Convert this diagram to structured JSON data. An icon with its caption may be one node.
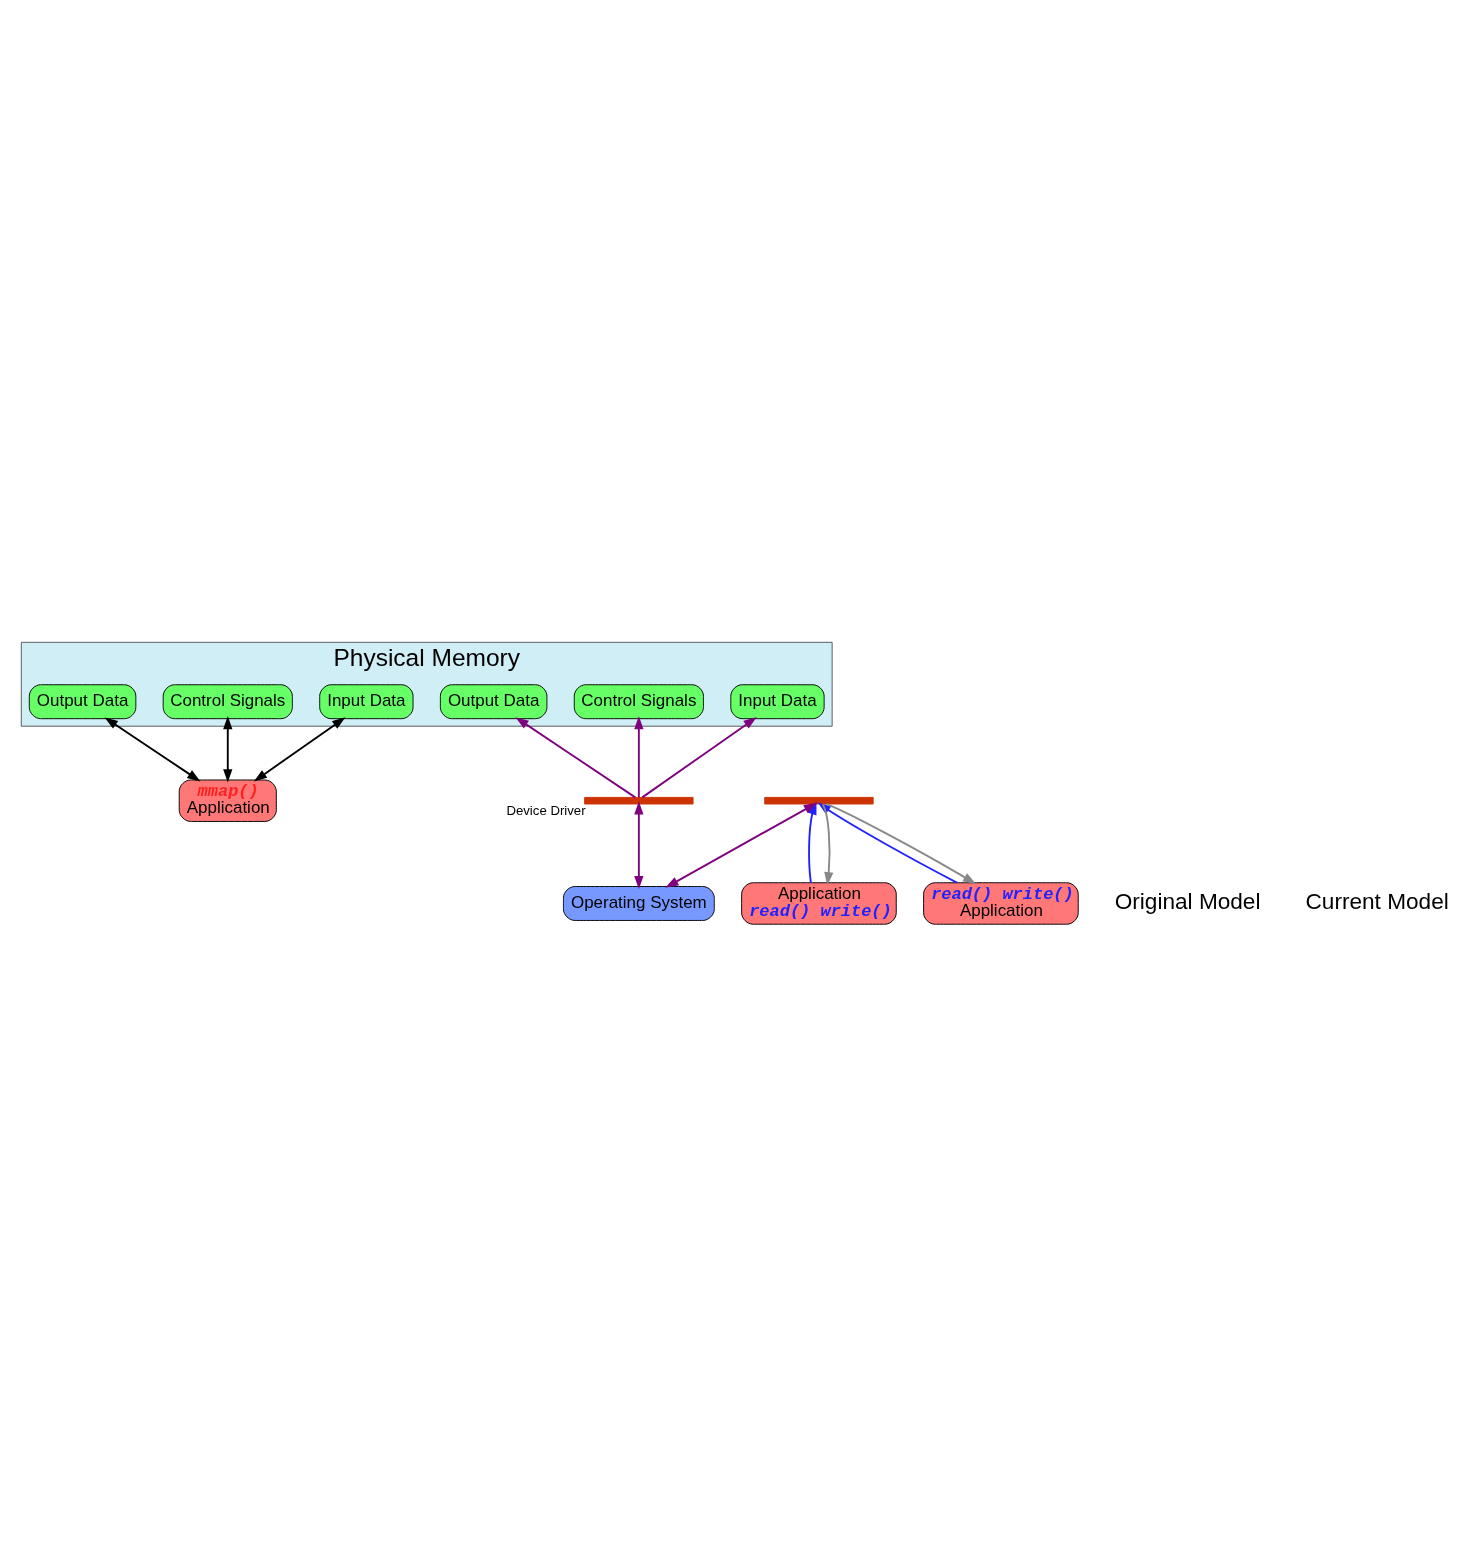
{
  "diagram": {
    "nodes": [
      {
        "text": [
          "Physical Memory"
        ]
      },
      {
        "text": [
          "Input Data"
        ],
        "in": 0
      },
      {
        "text": [
          "Control Signals"
        ],
        "in": 0
      },
      {
        "text": [
          "Output Data"
        ],
        "in": 0
      },
      {
        "text": [
          "Input Data"
        ],
        "in": 0
      },
      {
        "text": [
          "Control Signals"
        ],
        "in": 0
      },
      {
        "text": [
          "Output Data"
        ],
        "in": 0
      },
      {
        "text": [
          "mmap()",
          "Application"
        ]
      },
      {
        "text": [
          "Application",
          "read() write()"
        ]
      },
      {
        "text": [
          "read() write()",
          "Application"
        ]
      },
      {
        "text": [
          "Operating System"
        ]
      },
      {
        "text": [],
        "shape": "wave",
        "beside": [
          "Device Driver"
        ]
      },
      {
        "text": [],
        "shape": "wave"
      }
    ],
    "edges": [
      {
        "from": 7,
        "to": 1,
        "arrow": "both",
        "color": "#000000"
      },
      {
        "from": 7,
        "to": 2,
        "arrow": "both",
        "color": "#000000"
      },
      {
        "from": 7,
        "to": 3,
        "arrow": "both",
        "color": "#000000"
      },
      {
        "from": 11,
        "to": 4,
        "arrow": "to"
      },
      {
        "from": 11,
        "to": 5,
        "arrow": "to"
      },
      {
        "from": 11,
        "to": 6,
        "arrow": "to"
      },
      {
        "from": 10,
        "to": 11,
        "arrow": "both"
      },
      {
        "from": 10,
        "to": 12,
        "arrow": "both"
      },
      {
        "from": 8,
        "to": 12,
        "arrow": "to",
        "color": "#2222ff"
      },
      {
        "from": 12,
        "to": 8,
        "arrow": "to",
        "color": "#888888"
      },
      {
        "from": 9,
        "to": 12,
        "arrow": "to",
        "color": "#2222ff"
      },
      {
        "from": 12,
        "to": 9,
        "arrow": "to",
        "color": "#888888"
      }
    ],
    "labels": [
      "Original Model",
      "Current Model"
    ]
  }
}
